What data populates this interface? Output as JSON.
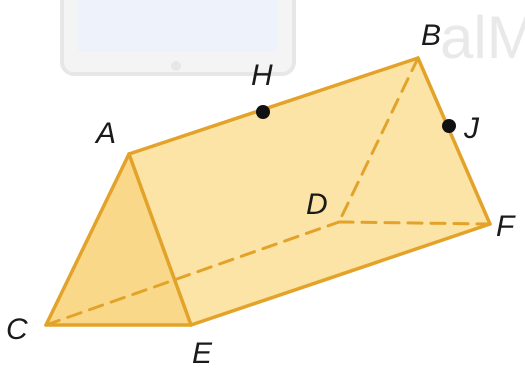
{
  "diagram": {
    "vertices": {
      "A": "A",
      "B": "B",
      "C": "C",
      "D": "D",
      "E": "E",
      "F": "F"
    },
    "points": {
      "H": "H",
      "J": "J"
    },
    "watermark": {
      "text": "alM"
    },
    "colors": {
      "face_light": "#fbe4a6",
      "face_front": "#f9d889",
      "edge": "#e3a32a",
      "point": "#111111",
      "label": "#1a1a1a",
      "watermark": "#e9e9e9"
    }
  }
}
